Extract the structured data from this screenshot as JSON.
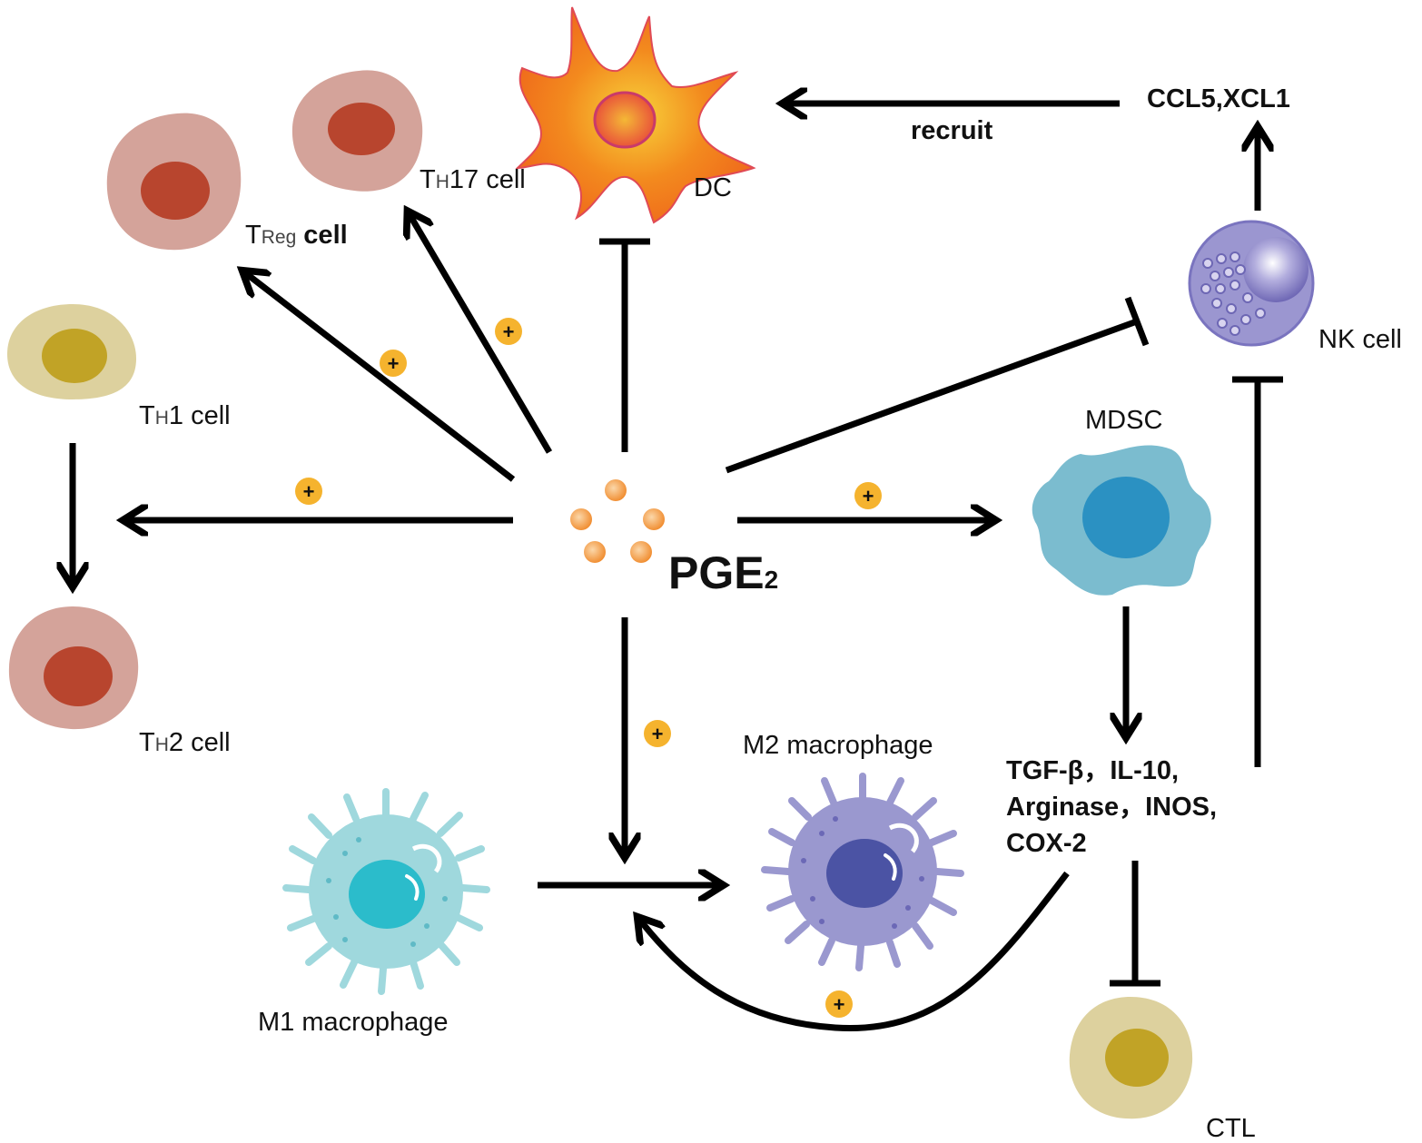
{
  "colors": {
    "arrow": "#000000",
    "plus_badge": "#f5b32e",
    "t_cell_membrane": "#d4a39a",
    "t_cell_nucleus": "#b8452e",
    "th1_membrane": "#ddd19e",
    "th1_nucleus": "#c1a326",
    "dc_body": "#f07d1c",
    "nk_body": "#9b96d0",
    "mdsc_body": "#7bbccf",
    "mdsc_nucleus": "#2b91c2",
    "m1_body": "#9fd8dd",
    "m1_nucleus": "#2bbccb",
    "m2_body": "#9a98cf",
    "m2_nucleus": "#4b53a4",
    "pge_granule": "#f39a3f"
  },
  "labels": {
    "th17_prefix": "T",
    "th17_sub": "H",
    "th17_suffix": "17 cell",
    "treg_prefix": "T",
    "treg_sub": "Reg",
    "treg_suffix": " cell",
    "th1_prefix": "T",
    "th1_sub": "H",
    "th1_suffix": "1 cell",
    "th2_prefix": "T",
    "th2_sub": "H",
    "th2_suffix": "2 cell",
    "dc": "DC",
    "nk": "NK cell",
    "mdsc": "MDSC",
    "m1": "M1 macrophage",
    "m2": "M2 macrophage",
    "ctl": "CTL",
    "pge": "PGE",
    "pge_sub": "2",
    "chemokines": "CCL5,XCL1",
    "recruit": "recruit",
    "cytokines_line1": "TGF-β，IL-10,",
    "cytokines_line2": "Arginase，INOS,",
    "cytokines_line3": "COX-2",
    "plus": "+"
  },
  "icons": [
    "plus-badge-icon",
    "t-cell-icon",
    "dendritic-cell-icon",
    "nk-cell-icon",
    "mdsc-icon",
    "macrophage-icon"
  ]
}
